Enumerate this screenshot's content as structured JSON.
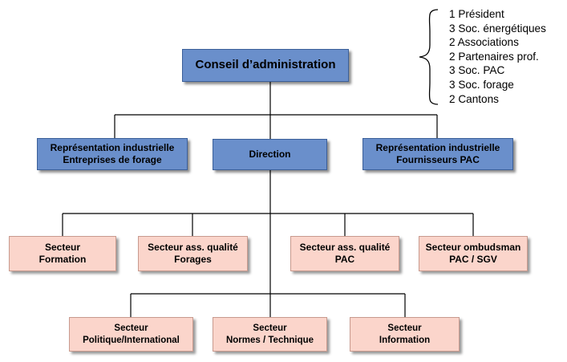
{
  "members_list": [
    "1 Président",
    "3 Soc. énergétiques",
    "2 Associations",
    "2 Partenaires prof.",
    "3 Soc. PAC",
    "3 Soc. forage",
    "2 Cantons"
  ],
  "colors": {
    "blue_box": "#6a8fcb",
    "pink_box": "#fbd5cb",
    "lines": "#000000"
  },
  "nodes": {
    "conseil": {
      "lines": [
        "Conseil d’administration"
      ]
    },
    "rep_forage": {
      "lines": [
        "Représentation industrielle",
        "Entreprises de forage"
      ]
    },
    "direction": {
      "lines": [
        "Direction"
      ]
    },
    "rep_pac": {
      "lines": [
        "Représentation industrielle",
        "Fournisseurs PAC"
      ]
    },
    "secteur_formation": {
      "lines": [
        "Secteur",
        "Formation"
      ]
    },
    "secteur_qualite_forages": {
      "lines": [
        "Secteur ass. qualité",
        "Forages"
      ]
    },
    "secteur_qualite_pac": {
      "lines": [
        "Secteur ass. qualité",
        "PAC"
      ]
    },
    "secteur_ombudsman": {
      "lines": [
        "Secteur ombudsman",
        "PAC / SGV"
      ]
    },
    "secteur_politique": {
      "lines": [
        "Secteur",
        "Politique/International"
      ]
    },
    "secteur_normes": {
      "lines": [
        "Secteur",
        "Normes / Technique"
      ]
    },
    "secteur_information": {
      "lines": [
        "Secteur",
        "Information"
      ]
    }
  }
}
